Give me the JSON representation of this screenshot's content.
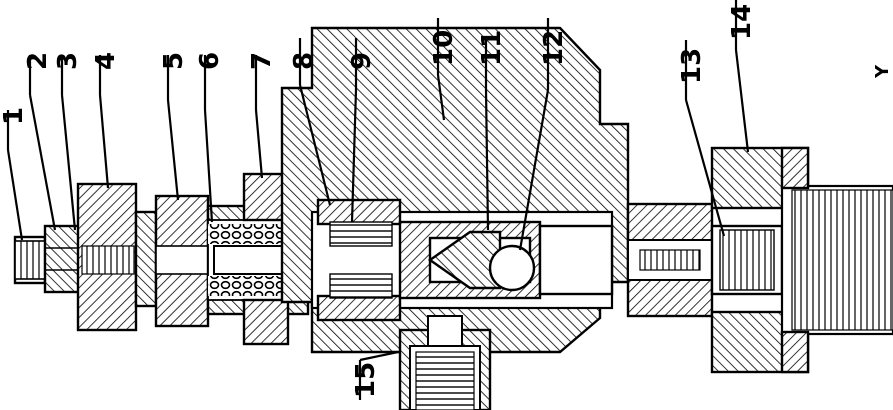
{
  "labels": [
    "1",
    "2",
    "3",
    "4",
    "5",
    "6",
    "7",
    "8",
    "9",
    "10",
    "11",
    "12",
    "13",
    "14",
    "15"
  ],
  "corner_mark": "Y"
}
